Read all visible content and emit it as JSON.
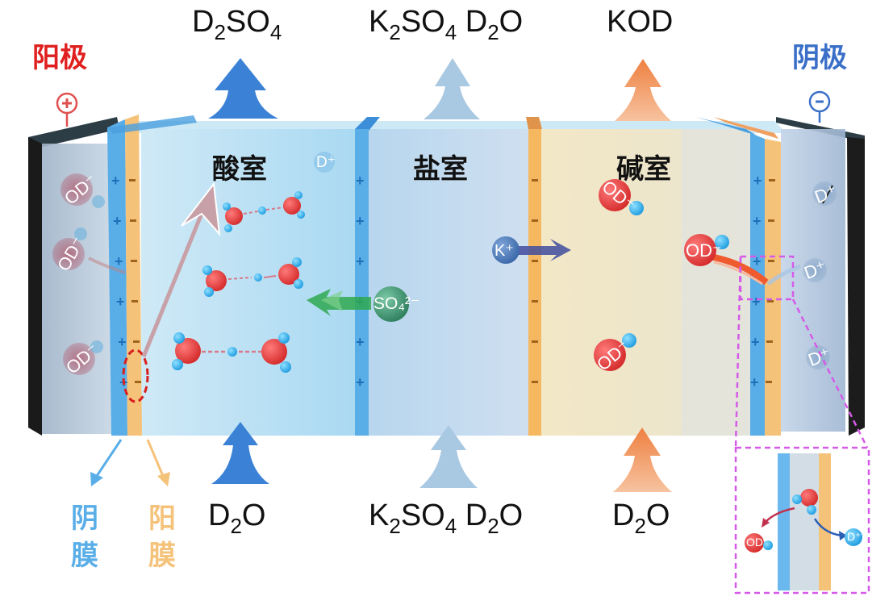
{
  "electrodes": {
    "anode": {
      "label": "阳极",
      "sign": "+",
      "color": "#e01f1f"
    },
    "cathode": {
      "label": "阴极",
      "sign": "−",
      "color": "#3a6fc8"
    }
  },
  "chambers": [
    {
      "id": "acid",
      "label": "酸室",
      "color": "#bfe2f5"
    },
    {
      "id": "salt",
      "label": "盐室",
      "color": "#c7dcef"
    },
    {
      "id": "base",
      "label": "碱室",
      "color": "#f1e6c4"
    }
  ],
  "outputs_top": [
    {
      "id": "acid-out",
      "main": "D",
      "sub1": "2",
      "mid": "SO",
      "sub2": "4",
      "arrow_color": "#3b82d6"
    },
    {
      "id": "salt-out",
      "text": "K₂SO₄ D₂O",
      "arrow_color": "#a9c8e2"
    },
    {
      "id": "base-out",
      "text": "KOD",
      "arrow_color": "#f08a4b"
    }
  ],
  "inputs_bottom": [
    {
      "id": "acid-in",
      "text": "D₂O",
      "arrow_color": "#3b82d6"
    },
    {
      "id": "salt-in",
      "text": "K₂SO₄ D₂O",
      "arrow_color": "#a9c8e2"
    },
    {
      "id": "base-in",
      "text": "D₂O",
      "arrow_color": "#f08a4b"
    }
  ],
  "membranes": {
    "cation": {
      "label_line1": "阴",
      "label_line2": "膜",
      "color": "#5aaee8"
    },
    "anion": {
      "label_line1": "阳",
      "label_line2": "膜",
      "color": "#f5c27a"
    }
  },
  "ions": {
    "od_minus": "OD⁻",
    "d_plus": "D⁺",
    "k_plus": "K⁺",
    "so4": "SO₄²⁻"
  },
  "symbols": {
    "plus": "+",
    "minus": "-"
  }
}
